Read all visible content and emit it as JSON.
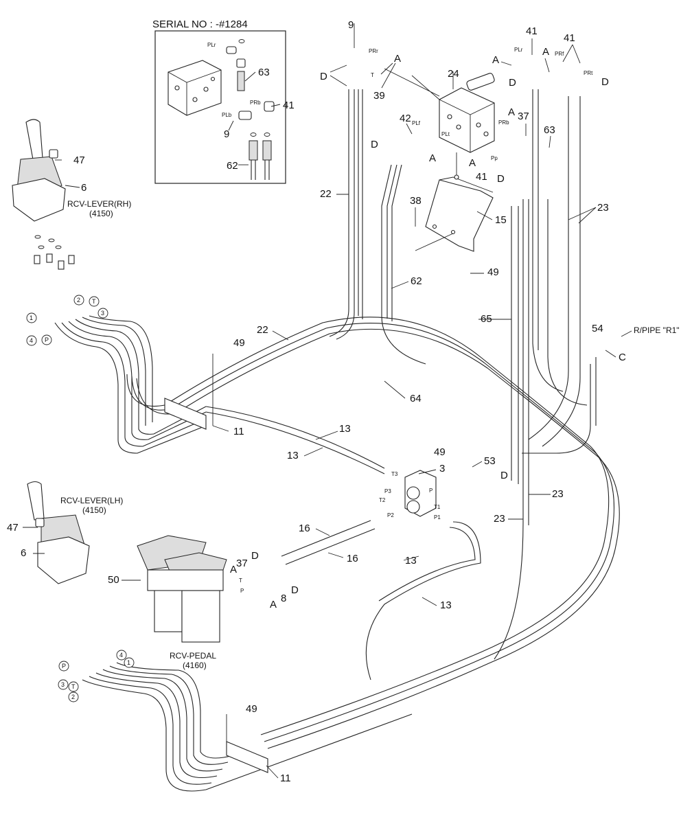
{
  "inset": {
    "serial_title": "SERIAL NO : -#1284",
    "ports": [
      "PLr",
      "PRb",
      "PLb"
    ],
    "callouts": [
      "63",
      "41",
      "9",
      "62"
    ]
  },
  "callouts": {
    "c9_top": "9",
    "c41_top": "41",
    "c41_topright": "41",
    "c24": "24",
    "c39": "39",
    "c42": "42",
    "c37_top": "37",
    "c63": "63",
    "c41_mid": "41",
    "c22_upper": "22",
    "c22_lower": "22",
    "c23_upper": "23",
    "c23_lower_a": "23",
    "c23_lower_b": "23",
    "c62": "62",
    "c15": "15",
    "c38": "38",
    "c49_top": "49",
    "c49_mid": "49",
    "c49_center": "49",
    "c49_bottom": "49",
    "c65": "65",
    "c64": "64",
    "c54": "54",
    "c11_upper": "11",
    "c11_lower": "11",
    "c13_a": "13",
    "c13_b": "13",
    "c13_c": "13",
    "c13_d": "13",
    "c3": "3",
    "c53": "53",
    "c16_a": "16",
    "c16_b": "16",
    "c37_pedal": "37",
    "c8": "8",
    "c50": "50",
    "c47_rh": "47",
    "c47_lh": "47",
    "c6_rh": "6",
    "c6_lh": "6"
  },
  "letters": {
    "D": "D",
    "A": "A",
    "C": "C"
  },
  "components": {
    "lever_rh": "RCV-LEVER(RH)",
    "lever_rh_code": "(4150)",
    "lever_lh": "RCV-LEVER(LH)",
    "lever_lh_code": "(4150)",
    "pedal": "RCV-PEDAL",
    "pedal_code": "(4160)",
    "r_pipe": "R/PIPE \"R1\""
  },
  "valve_ports": {
    "PRr": "PRr",
    "PLr": "PLr",
    "PRb": "PRb",
    "PLf": "PLf",
    "PLt": "PLt",
    "Pp": "Pp",
    "PRf": "PRf",
    "PRt": "PRt",
    "T": "T"
  },
  "manifold_ports": {
    "T3": "T3",
    "P3": "P3",
    "T2": "T2",
    "P2": "P2",
    "T1": "T1",
    "P1": "P1",
    "P": "P"
  },
  "pedal_ports": {
    "T": "T",
    "P": "P"
  },
  "circled_ports": {
    "one": "1",
    "two": "2",
    "three": "3",
    "four": "4",
    "P": "P",
    "T": "T"
  }
}
